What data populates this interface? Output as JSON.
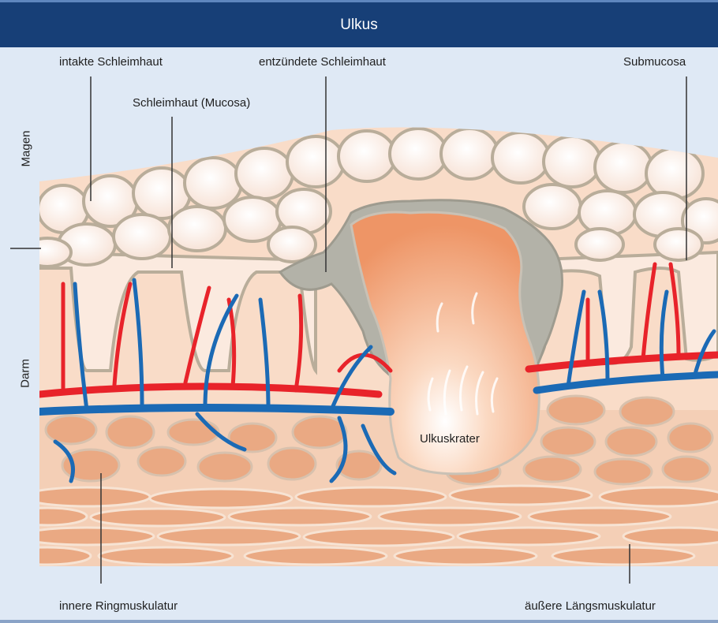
{
  "title": "Ulkus",
  "side_labels": {
    "stomach": "Magen",
    "intestine": "Darm"
  },
  "labels": {
    "intact_mucosa": "intakte Schleimhaut",
    "inflamed_mucosa": "entzündete Schleimhaut",
    "submucosa": "Submucosa",
    "mucosa": "Schleimhaut (Mucosa)",
    "ulcer_crater": "Ulkuskrater",
    "inner_muscle": "innere Ringmuskulatur",
    "outer_muscle": "äußere Längsmuskulatur"
  },
  "colors": {
    "header": "#173f77",
    "background": "#dfe9f5",
    "artery": "#e8232a",
    "vein": "#1b6ab5",
    "mucosa": "#fbeadf",
    "muscle": "#e9a87e",
    "inflamed": "#b3b2a8",
    "crater": "#f19b6e"
  }
}
